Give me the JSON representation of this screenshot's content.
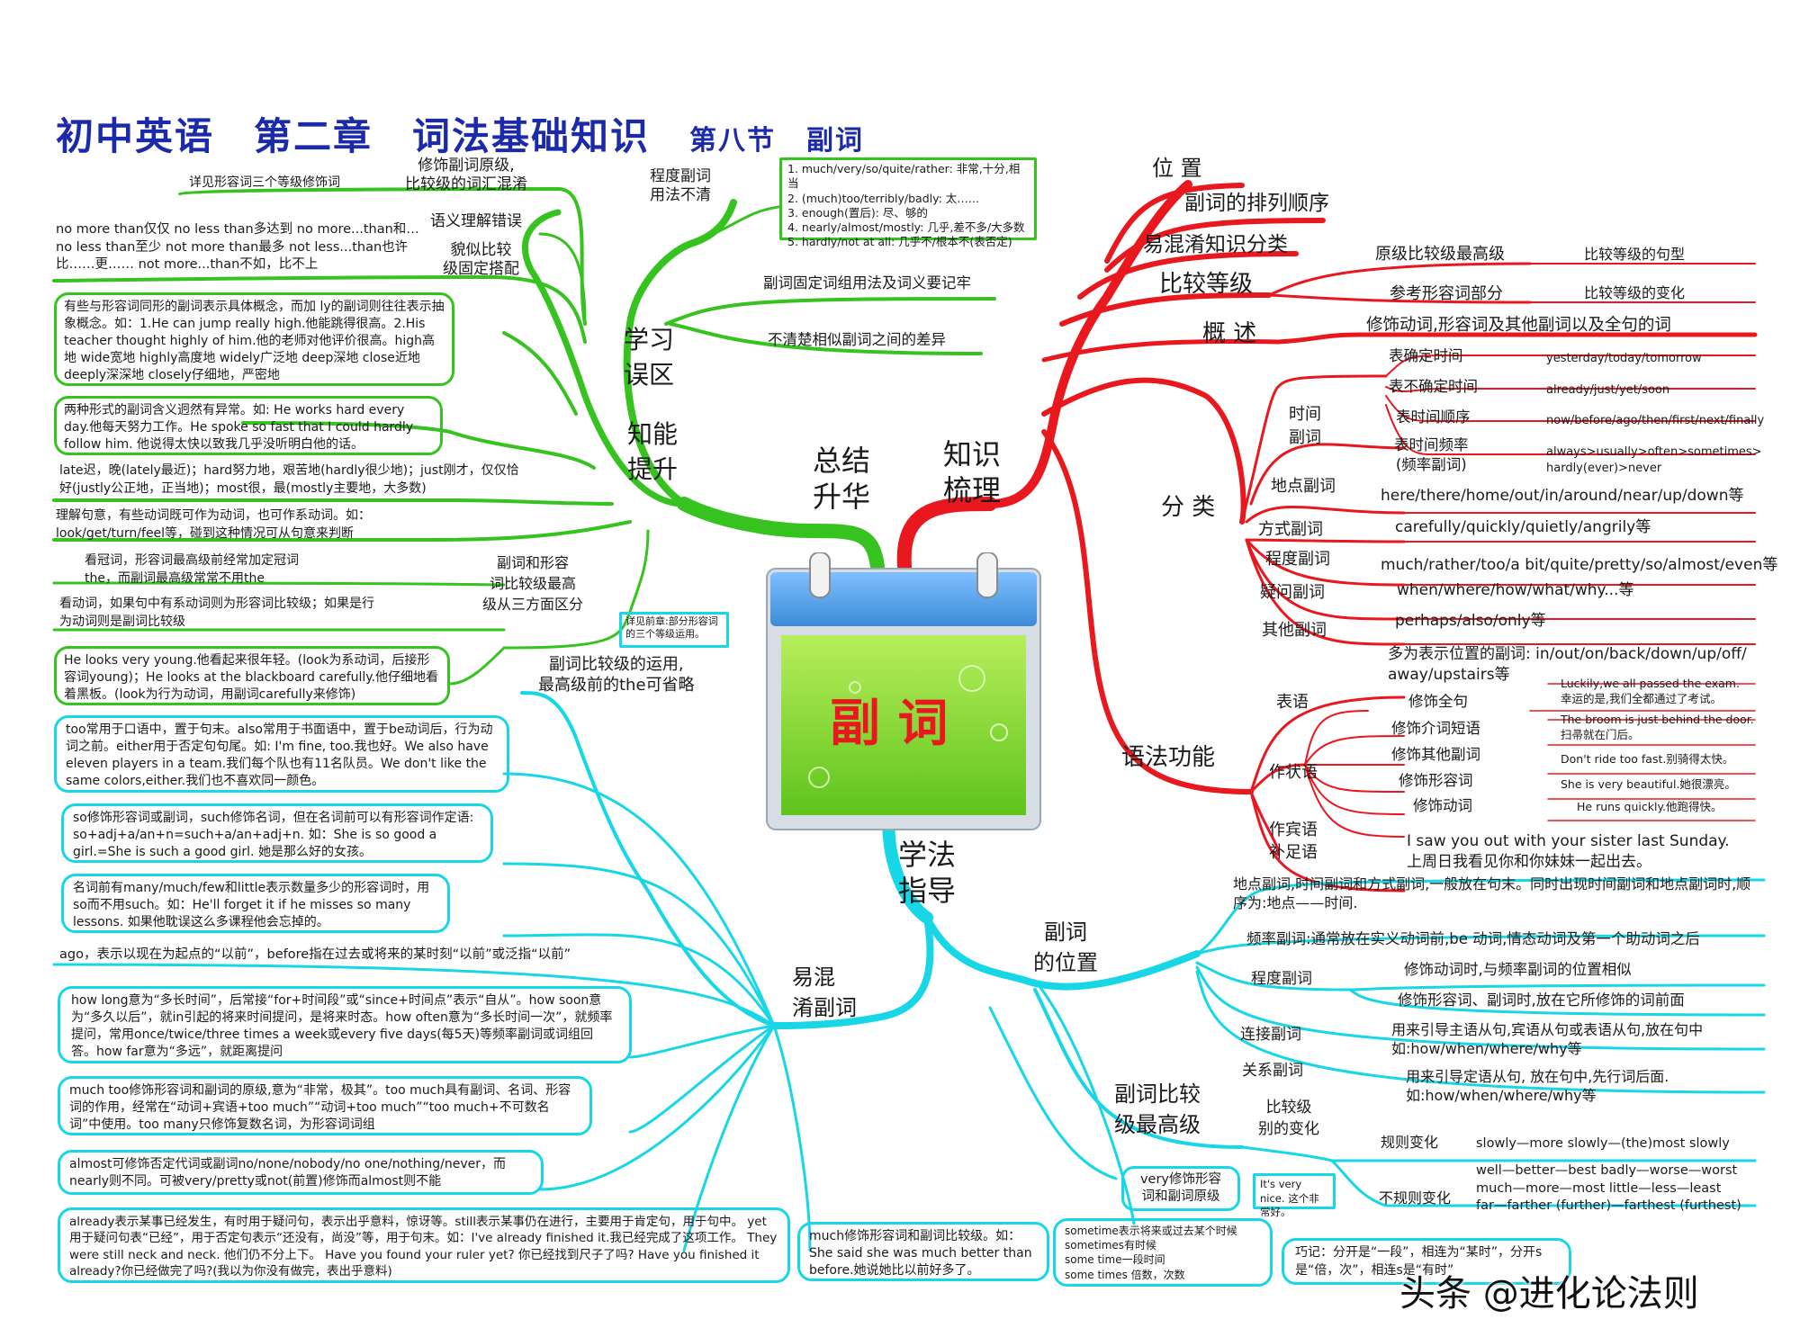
{
  "title": {
    "p1": "初中英语",
    "p2": "第二章",
    "p3": "词法基础知识",
    "p4": "第八节",
    "p5": "副词"
  },
  "center": {
    "label": "副 词"
  },
  "colors": {
    "red": "#e8181e",
    "green": "#36c21f",
    "cyan": "#17d6e6",
    "title": "#1b2aa8",
    "calendar_top": "#3d8ad6",
    "calendar_face": "#7ed22a"
  },
  "main": {
    "g1": "总结",
    "g2": "升华",
    "k1": "知识",
    "k2": "梳理",
    "x1": "学法",
    "x2": "指导"
  },
  "green": {
    "xx1": "学习",
    "xx2": "误区",
    "zn1": "知能",
    "zn2": "提升",
    "ysp": "详见形容词三个等级修饰词",
    "xs1": "修饰副词原级,",
    "xs2": "比较级的词汇混淆",
    "cd1": "程度副词",
    "cd2": "用法不清",
    "cd_items": [
      "1. much/very/so/quite/rather: 非常,十分,相当",
      "2. (much)too/terribly/badly: 太……",
      "3. enough(置后): 尽、够的",
      "4. nearly/almost/mostly: 几乎,差不多/大多数",
      "5. hardly/not at all: 几乎不/根本不(表否定)"
    ],
    "yyl": "语义理解错误",
    "nomore": "no more than仅仅   no less than多达到   no more...than和…no less than至少   not more than最多   not less...than也许比……更……   not more...than不如，比不上",
    "mh1": "貌似比较",
    "mh2": "级固定搭配",
    "gdc": "副词固定词组用法及词义要记牢",
    "bqc": "不清楚相似副词之间的差异",
    "box1": "有些与形容词同形的副词表示具体概念，而加 ly的副词则往往表示抽象概念。如：1.He can jump really high.他能跳得很高。2.His teacher thought highly of him.他的老师对他评价很高。high高地  wide宽地  highly高度地  widely广泛地  deep深地  close近地  deeply深深地  closely仔细地，严密地",
    "box2": "两种形式的副词含义迥然有异常。如: He works hard every day.他每天努力工作。He spoke so fast that I could hardly follow him. 他说得太快以致我几乎没听明白他的话。",
    "late": "late迟，晚(lately最近)；hard努力地，艰苦地(hardly很少地)；just刚才，仅仅恰好(justly公正地，正当地)；most很，最(mostly主要地，大多数)",
    "lj": "理解句意，有些动词既可作为动词，也可作系动词。如：look/get/turn/feel等，碰到这种情况可从句意来判断",
    "kgc": "看冠词，形容词最高级前经常加定冠词the，而副词最高级常常不用the",
    "fx1": "副词和形容",
    "fx2": "词比较级最高",
    "fx3": "级从三方面区分",
    "kdc": "看动词，如果句中有系动词则为形容词比较级；如果是行为动词则是副词比较级",
    "box3": "He looks very young.他看起来很年轻。(look为系动词，后接形容词young)；He looks at the blackboard carefully.他仔细地看着黑板。(look为行为动词，用副词carefully来修饰)"
  },
  "cyan": {
    "xq": "详见前章:部分形容词的三个等级运用。",
    "fb1": "副词比较级的运用,",
    "fb2": "最高级前的the可省略",
    "box_too": "too常用于口语中，置于句末。also常用于书面语中，置于be动词后，行为动词之前。either用于否定句句尾。如: I'm fine, too.我也好。We also have eleven players in a team.我们每个队也有11名队员。We don't like the same colors,either.我们也不喜欢同一颜色。",
    "box_so": "so修饰形容词或副词，such修饰名词，但在名词前可以有形容词作定语: so+adj+a/an+n=such+a/an+adj+n. 如：She is so good a girl.=She is such a good girl. 她是那么好的女孩。",
    "box_many": "名词前有many/much/few和little表示数量多少的形容词时，用so而不用such。如：He'll forget it if he misses so many lessons. 如果他耽误这么多课程他会忘掉的。",
    "ago": "ago，表示以现在为起点的“以前”，before指在过去或将来的某时刻“以前”或泛指“以前”",
    "hm1": "易混",
    "hm2": "淆副词",
    "box_how": "how long意为“多长时间”，后常接“for+时间段”或“since+时间点”表示“自从”。how soon意为“多久以后”，就in引起的将来时间提问，是将来时态。how often意为“多长时间一次”，就频率提问，常用once/twice/three times a week或every five days(每5天)等频率副词或词组回答。how far意为“多远”，就距离提问",
    "box_much": "much too修饰形容词和副词的原级,意为“非常，极其”。too much具有副词、名词、形容词的作用，经常在“动词+宾语+too much”“动词+too much”“too much+不可数名词”中使用。too many只修饰复数名词，为形容词词组",
    "box_almost": "almost可修饰否定代词或副词no/none/nobody/no one/nothing/never，而nearly则不同。可被very/pretty或not(前置)修饰而almost则不能",
    "box_already": "already表示某事已经发生，有时用于疑问句，表示出乎意料，惊讶等。still表示某事仍在进行，主要用于肯定句，用于句中。  yet用于疑问句表“已经”，用于否定句表示“还没有，尚没”等，用于句末。如：I've already finished it.我已经完成了这项工作。 They were still neck and neck. 他们仍不分上下。 Have you found your ruler yet? 你已经找到尺子了吗? Have you finished it already?你已经做完了吗?(我以为你没有做完，表出乎意料)",
    "box_muchcmp": "much修饰形容词和副词比较级。如：She said she was much better than before.她说她比以前好多了。",
    "fw1": "副词",
    "fw2": "的位置",
    "dd": "地点副词,时间副词和方式副词,一般放在句末。同时出现时间副词和地点副词时,顺序为:地点——时间.",
    "pl": "频率副词:通常放在实义动词前,be 动词,情态动词及第一个助动词之后",
    "cdfc": "程度副词",
    "cd_a": "修饰动词时,与频率副词的位置相似",
    "cd_b": "修饰形容词、副词时,放在它所修饰的词前面",
    "lj": "连接副词",
    "lj_t": "用来引导主语从句,宾语从句或表语从句,放在句中如:how/when/where/why等",
    "gx": "关系副词",
    "gx_t": "用来引导定语从句, 放在句中,先行词后面. 如:how/when/where/why等",
    "bj1": "副词比较",
    "bj2": "级最高级",
    "bjb1": "比较级",
    "bjb2": "别的变化",
    "gz": "规则变化",
    "gz_t": "slowly—more slowly—(the)most slowly",
    "bgz": "不规则变化",
    "bgz_items": [
      "well—better—best badly—worse—worst",
      "much—more—most little—less—least",
      "far—farther (further)—farthest (furthest)"
    ],
    "very1": "very修饰形容",
    "very2": "词和副词原级",
    "nice": "It's very nice. 这个非常好。",
    "sometime": [
      "sometime表示将来或过去某个时候",
      "sometimes有时候",
      "some time一段时间",
      "some times 倍数，次数"
    ],
    "qj": "巧记：分开是“一段”，相连为“某时”，分开s是“倍，次”，相连s是“有时”"
  },
  "red": {
    "wz": "位  置",
    "pl": "副词的排列顺序",
    "yh": "易混淆知识分类",
    "bj": "比较等级",
    "yj": "原级比较级最高级",
    "yj_r": "比较等级的句型",
    "ck": "参考形容词部分",
    "ck_r": "比较等级的变化",
    "gs": "概  述",
    "gs_r": "修饰动词,形容词及其他副词以及全句的词",
    "fl": "分  类",
    "sj1": "时间",
    "sj2": "副词",
    "sj_items": [
      {
        "l": "表确定时间",
        "r": "yesterday/today/tomorrow"
      },
      {
        "l": "表不确定时间",
        "r": "already/just/yet/soon"
      },
      {
        "l": "表时间顺序",
        "r": "now/before/ago/then/first/next/finally"
      },
      {
        "l": "表时间频率",
        "l2": "(频率副词)",
        "r": "always>usually>often>sometimes>",
        "r2": "hardly(ever)>never"
      }
    ],
    "dd": "地点副词",
    "dd_r": "here/there/home/out/in/around/near/up/down等",
    "fs": "方式副词",
    "fs_r": "carefully/quickly/quietly/angrily等",
    "cd": "程度副词",
    "cd_r": "much/rather/too/a bit/quite/pretty/so/almost/even等",
    "yw": "疑问副词",
    "yw_r": "when/where/how/what/why...等",
    "qt": "其他副词",
    "qt_r": "perhaps/also/only等",
    "yf": "语法功能",
    "by": "表语",
    "by_r1": "多为表示位置的副词: in/out/on/back/down/up/off/",
    "by_r2": "away/upstairs等",
    "zz": "作状语",
    "zz_items": [
      {
        "l": "修饰全句",
        "r": "Luckily,we all passed the exam.",
        "r2": "幸运的是,我们全都通过了考试。"
      },
      {
        "l": "修饰介词短语",
        "r": "The broom is just behind the door.",
        "r2": "扫帚就在门后。"
      },
      {
        "l": "修饰其他副词",
        "r": "Don't ride too fast.别骑得太快。"
      },
      {
        "l": "修饰形容词",
        "r": "She is very beautiful.她很漂亮。"
      },
      {
        "l": "修饰动词",
        "r": "He runs quickly.他跑得快。"
      }
    ],
    "zb1": "作宾语",
    "zb2": "补足语",
    "zb_r1": "I saw you out with your sister last Sunday.",
    "zb_r2": "上周日我看见你和你妹妹一起出去。"
  },
  "watermark": "头条 @进化论法则"
}
